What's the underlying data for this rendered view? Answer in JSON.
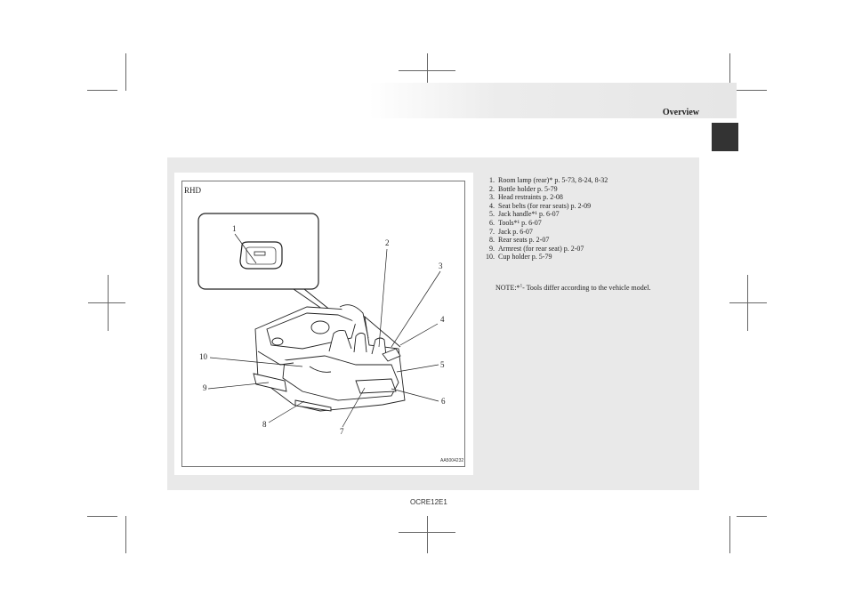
{
  "header": {
    "title": "Overview"
  },
  "figure": {
    "region_label": "RHD",
    "code": "AA5004232",
    "callouts": [
      "1",
      "2",
      "3",
      "4",
      "5",
      "6",
      "7",
      "8",
      "9",
      "10"
    ]
  },
  "items": [
    {
      "num": "1.",
      "text": "Room lamp (rear)* p. 5-73, 8-24, 8-32"
    },
    {
      "num": "2.",
      "text": "Bottle holder p. 5-79"
    },
    {
      "num": "3.",
      "text": "Head restraints p. 2-08"
    },
    {
      "num": "4.",
      "text": "Seat belts (for rear seats) p. 2-09"
    },
    {
      "num": "5.",
      "text": "Jack handle*¹ p. 6-07"
    },
    {
      "num": "6.",
      "text": "Tools*¹ p. 6-07"
    },
    {
      "num": "7.",
      "text": "Jack p. 6-07"
    },
    {
      "num": "8.",
      "text": "Rear seats p. 2-07"
    },
    {
      "num": "9.",
      "text": "Armrest (for rear seat) p. 2-07"
    },
    {
      "num": "10.",
      "text": "Cup holder  p. 5-79"
    }
  ],
  "note": {
    "prefix": "NOTE:*",
    "sup": "1",
    "text": "- Tools differ according to the vehicle model."
  },
  "footer": {
    "code": "OCRE12E1"
  }
}
